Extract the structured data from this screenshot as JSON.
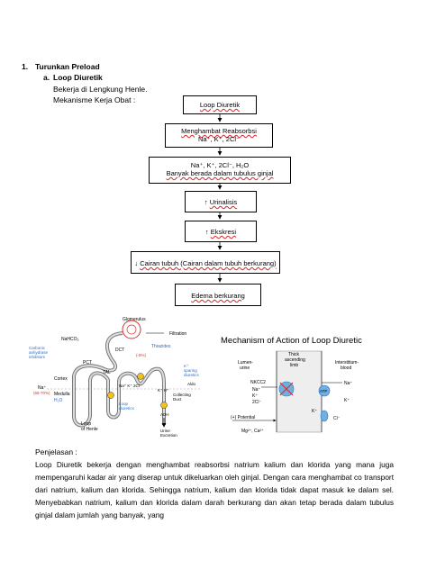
{
  "heading": {
    "number": "1.",
    "title": "Turunkan Preload"
  },
  "sub": {
    "letter": "a.",
    "title": "Loop Diuretik"
  },
  "lines": {
    "line1": "Bekerja di Lengkung Henle.",
    "line2": "Mekanisme Kerja Obat :"
  },
  "flow": {
    "b1": "Loop Diuretik",
    "b2a": "Menghambat Reabsorbsi",
    "b2b": "Na⁺, K⁺, 2Cl⁻",
    "b3a": "Na⁺, K⁺, 2Cl⁻, H₂O",
    "b3b": "Banyak berada dalam tubulus ginjal",
    "b4": "Urinalisis",
    "b5": "Ekskresi",
    "b6": "Cairan tubuh (Cairan dalam tubuh berkurang)",
    "b7": "Edema berkurang"
  },
  "fig_left": {
    "glomerulus": "Glomerulus",
    "filtration": "Filtration",
    "nahco3": "NaHCO₃",
    "carbonic": "Carbonic\nanhydrase\ninhibitors",
    "pct": "PCT",
    "tal": "TAL",
    "dct": "DCT",
    "thiazides": "Thiazides",
    "cortex": "Cortex",
    "medulla": "Medulla",
    "na_left": "Na⁺",
    "na_pct": "(65-70%)",
    "h2o": "H₂O",
    "loop_henle": "Loop\nof Henle",
    "loop_diuretics": "Loop\ndiuretics",
    "nacl_pct": "(-5%)",
    "k_sparing": "K⁺\nsparing\ndiuretics",
    "aldo": "Aldo",
    "adh": "ADH",
    "collecting": "Collecting\nDuct",
    "urine": "Urine\nExcretion",
    "ions": "Na⁺ K⁺ 2Cl⁻",
    "kh": "K⁺ H⁺"
  },
  "fig_right": {
    "title": "Mechanism of Action of Loop Diuretic",
    "thick": "Thick\nascending\nlimb",
    "lumen": "Lumen-\nurine",
    "interstitium": "Interstitium-\nblood",
    "nkcc2": "NKCC2",
    "na": "Na⁺",
    "k": "K⁺",
    "cl2": "2Cl⁻",
    "atp": "ATP",
    "potential": "(+) Potential",
    "mg": "Mg²⁺, Ca²⁺",
    "k2": "K⁺",
    "cl": "Cl⁻",
    "na_r": "Na⁺",
    "k_r": "K⁺"
  },
  "explanation": {
    "label": "Penjelasan :",
    "text": "Loop Diuretik bekerja dengan menghambat reabsorbsi natrium kalium dan klorida  yang mana juga mempengaruhi kadar air yang diserap untuk dikeluarkan oleh ginjal. Dengan cara menghambat co transport dari natrium, kalium dan klorida. Sehingga natrium, kalium dan klorida tidak dapat masuk ke dalam sel. Menyebabkan natrium, kalium dan klorida dalam darah berkurang dan akan tetap berada dalam tubulus ginjal dalam jumlah yang banyak, yang"
  },
  "colors": {
    "red_underline": "#d22",
    "blue": "#2a6fc9",
    "red": "#d9302a",
    "green": "#2f8a3a"
  }
}
